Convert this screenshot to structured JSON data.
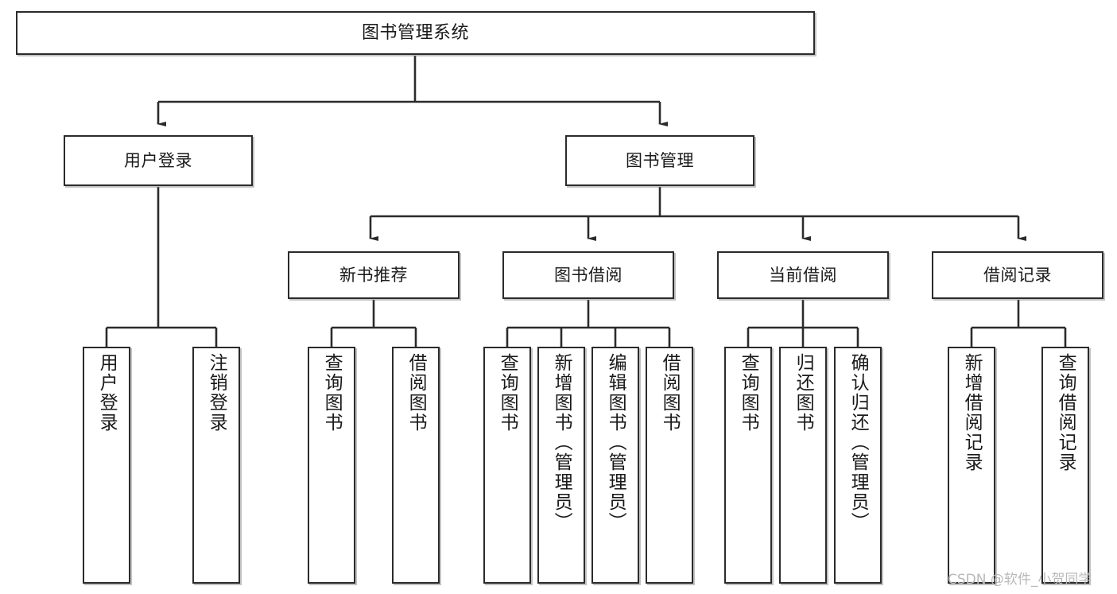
{
  "diagram": {
    "type": "tree",
    "title": "图书管理系统",
    "orientation": "top-down",
    "colors": {
      "box_border": "#2b2b2b",
      "box_fill": "#ffffff",
      "edge": "#2b2b2b",
      "text": "#1a1a1a",
      "watermark": "#b9b9b9"
    },
    "nodes": {
      "root": {
        "label": "图书管理系统"
      },
      "level2": [
        {
          "label": "用户登录"
        },
        {
          "label": "图书管理"
        }
      ],
      "level3": [
        {
          "label": "新书推荐"
        },
        {
          "label": "图书借阅"
        },
        {
          "label": "当前借阅"
        },
        {
          "label": "借阅记录"
        }
      ],
      "leaves": {
        "user_login": [
          {
            "label": "用户登录"
          },
          {
            "label": "注销登录"
          }
        ],
        "new_book_recommend": [
          {
            "label": "查询图书"
          },
          {
            "label": "借阅图书"
          }
        ],
        "book_borrow": [
          {
            "label": "查询图书"
          },
          {
            "label": "新增图书（管理员）"
          },
          {
            "label": "编辑图书（管理员）"
          },
          {
            "label": "借阅图书"
          }
        ],
        "current_borrow": [
          {
            "label": "查询图书"
          },
          {
            "label": "归还图书"
          },
          {
            "label": "确认归还（管理员）"
          }
        ],
        "borrow_record": [
          {
            "label": "新增借阅记录"
          },
          {
            "label": "查询借阅记录"
          }
        ]
      }
    }
  },
  "watermark": {
    "text": "CSDN @软件_小贺同学"
  }
}
